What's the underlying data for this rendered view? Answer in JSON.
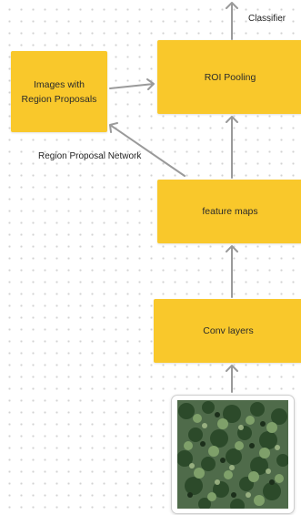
{
  "diagram": {
    "nodes": {
      "images_with_region_proposals": "Images with\nRegion Proposals",
      "roi_pooling": "ROI Pooling",
      "feature_maps": "feature maps",
      "conv_layers": "Conv layers"
    },
    "labels": {
      "classifier": "Classifier",
      "region_proposal_network": "Region Proposal Network"
    },
    "input_image": "forest aerial photo",
    "edges": [
      {
        "from": "input image",
        "to": "Conv layers"
      },
      {
        "from": "Conv layers",
        "to": "feature maps"
      },
      {
        "from": "feature maps",
        "to": "ROI Pooling"
      },
      {
        "from": "feature maps",
        "to": "Images with Region Proposals",
        "label": "Region Proposal Network"
      },
      {
        "from": "Images with Region Proposals",
        "to": "ROI Pooling"
      },
      {
        "from": "ROI Pooling",
        "to": "Classifier"
      }
    ],
    "colors": {
      "node_fill": "#f9c82b",
      "arrow": "#9a9a9a"
    }
  }
}
